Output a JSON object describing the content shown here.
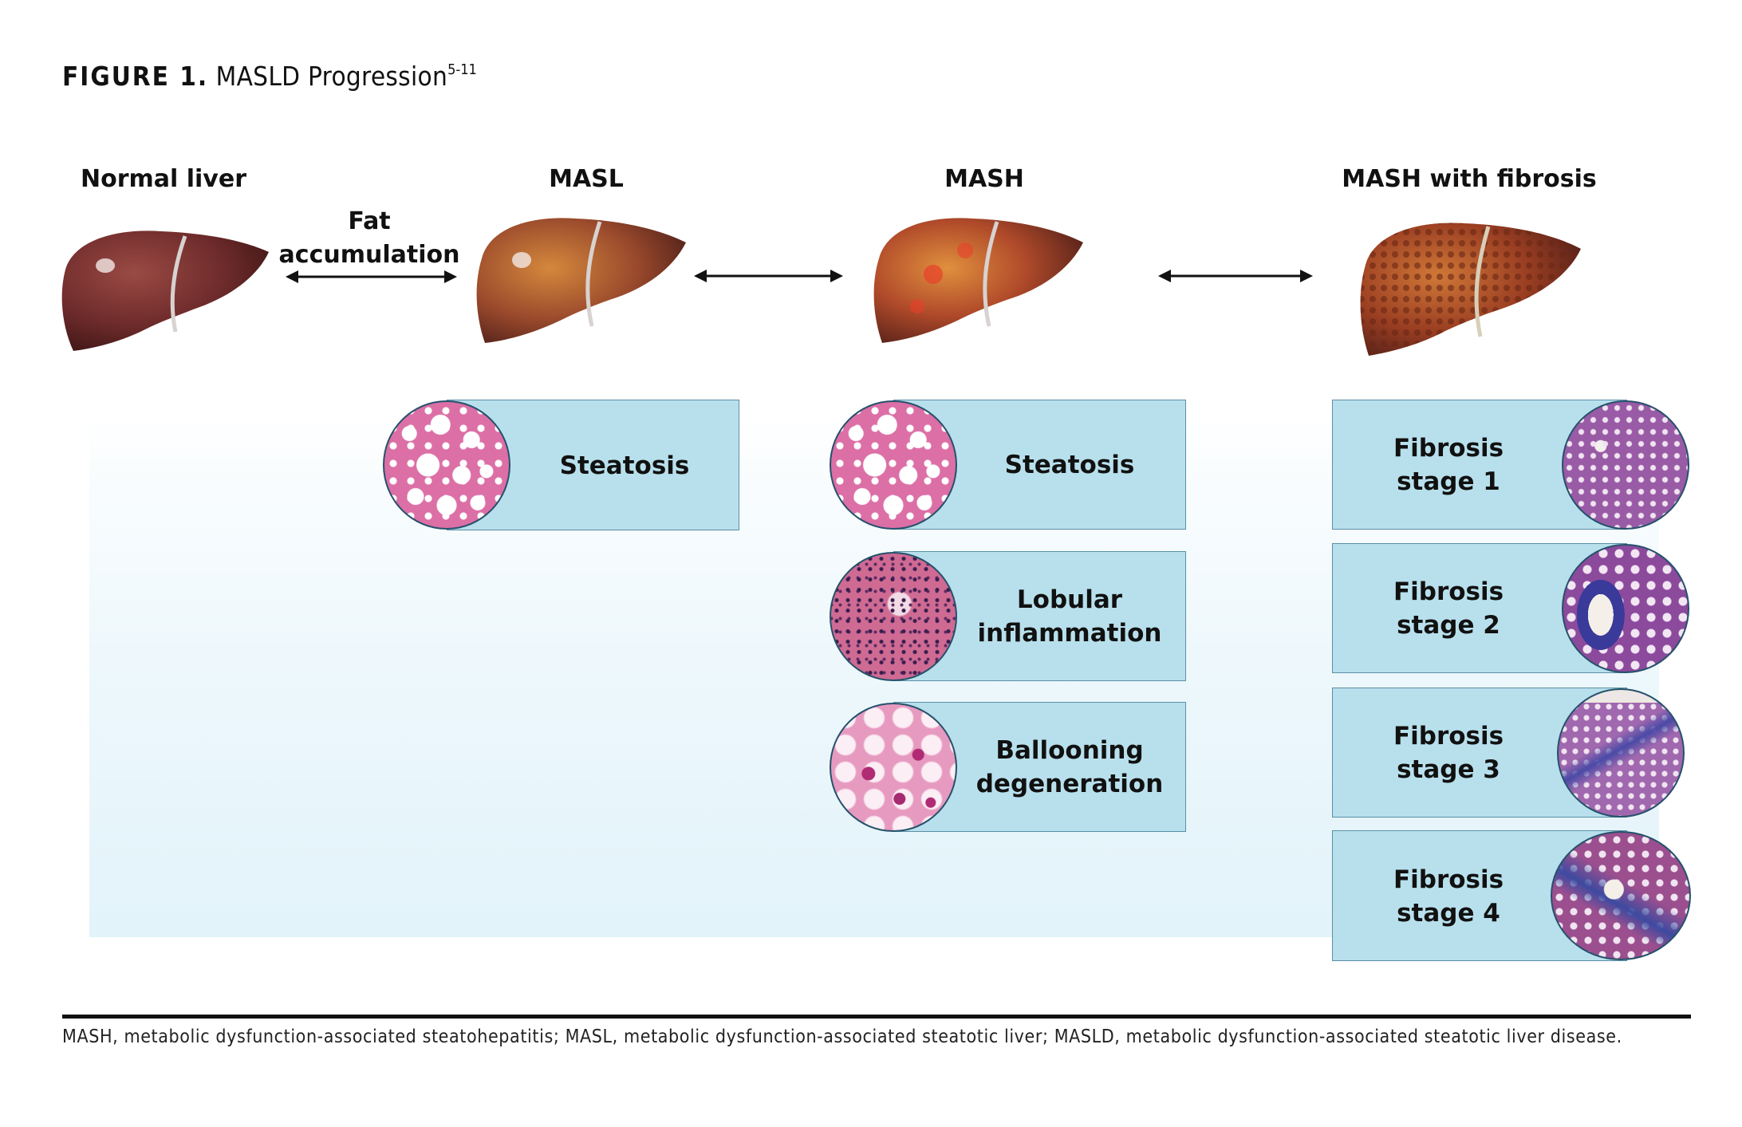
{
  "figure": {
    "label": "FIGURE 1.",
    "title": "MASLD Progression",
    "superscript": "5-11"
  },
  "stages": [
    {
      "name": "Normal liver",
      "liver_icon": "normal-liver-illustration"
    },
    {
      "name": "MASL",
      "liver_icon": "fatty-liver-illustration"
    },
    {
      "name": "MASH",
      "liver_icon": "inflamed-liver-illustration"
    },
    {
      "name": "MASH with fibrosis",
      "liver_icon": "fibrotic-liver-illustration"
    }
  ],
  "arrows": [
    {
      "label_line1": "Fat",
      "label_line2": "accumulation",
      "icon": "double-arrow-icon"
    },
    {
      "label_line1": "",
      "label_line2": "",
      "icon": "double-arrow-icon"
    },
    {
      "label_line1": "",
      "label_line2": "",
      "icon": "double-arrow-icon"
    }
  ],
  "masl_features": [
    {
      "line1": "Steatosis",
      "line2": "",
      "histology": "steatosis-histology"
    }
  ],
  "mash_features": [
    {
      "line1": "Steatosis",
      "line2": "",
      "histology": "steatosis-histology"
    },
    {
      "line1": "Lobular",
      "line2": "inflammation",
      "histology": "lobular-inflammation-histology"
    },
    {
      "line1": "Ballooning",
      "line2": "degeneration",
      "histology": "ballooning-histology"
    }
  ],
  "fibrosis_features": [
    {
      "line1": "Fibrosis",
      "line2": "stage 1",
      "histology": "fibrosis-stage-1-histology"
    },
    {
      "line1": "Fibrosis",
      "line2": "stage 2",
      "histology": "fibrosis-stage-2-histology"
    },
    {
      "line1": "Fibrosis",
      "line2": "stage 3",
      "histology": "fibrosis-stage-3-histology"
    },
    {
      "line1": "Fibrosis",
      "line2": "stage 4",
      "histology": "fibrosis-stage-4-histology"
    }
  ],
  "colors": {
    "box_fill": "#b8e0ec",
    "box_border": "#5b8fa6",
    "panel_gradient_bottom": "#e2f3fa"
  },
  "footnote": "MASH, metabolic dysfunction-associated steatohepatitis; MASL, metabolic dysfunction-associated steatotic liver; MASLD, metabolic dysfunction-associated steatotic liver disease."
}
